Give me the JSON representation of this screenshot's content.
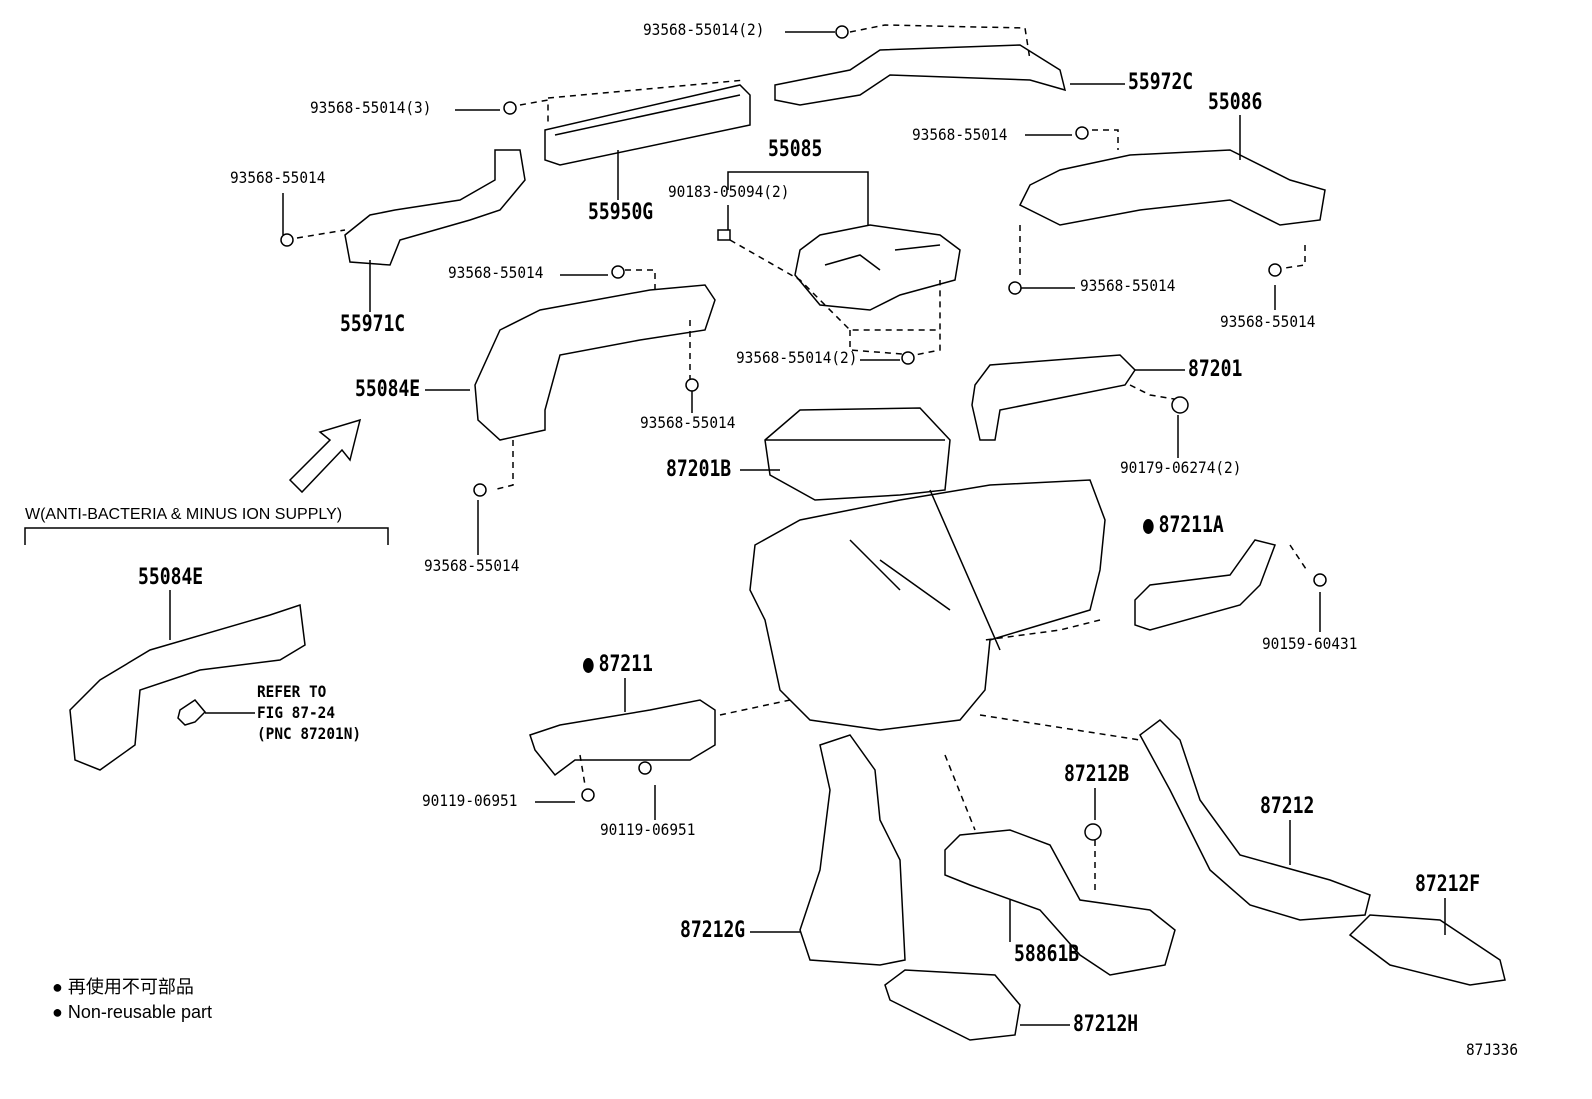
{
  "figure_id": "87J336",
  "legend": {
    "symbol": "●",
    "japanese": "再使用不可部品",
    "english": "Non-reusable part"
  },
  "variant_heading": "W(ANTI-BACTERIA & MINUS ION SUPPLY)",
  "reference_note": {
    "line1": "REFER TO",
    "line2": "FIG 87-24",
    "line3": "(PNC 87201N)"
  },
  "labels": {
    "p93568_2_top": "93568-55014(2)",
    "p55972C": "55972C",
    "p55086": "55086",
    "p93568_3": "93568-55014(3)",
    "p93568_r1": "93568-55014",
    "p55085": "55085",
    "p93568_l1": "93568-55014",
    "p90183": "90183-05094(2)",
    "p55950G": "55950G",
    "p93568_m1": "93568-55014",
    "p93568_r2": "93568-55014",
    "p93568_r3": "93568-55014",
    "p55971C": "55971C",
    "p93568_2_mid": "93568-55014(2)",
    "p87201": "87201",
    "p55084E": "55084E",
    "p93568_m2": "93568-55014",
    "p90179": "90179-06274(2)",
    "p87201B": "87201B",
    "p87211A": "87211A",
    "p93568_m3": "93568-55014",
    "p55084E_alt": "55084E",
    "p90159": "90159-60431",
    "p87211": "87211",
    "p87212B": "87212B",
    "p90119_a": "90119-06951",
    "p87212": "87212",
    "p90119_b": "90119-06951",
    "p87212F": "87212F",
    "p87212G": "87212G",
    "p58861B": "58861B",
    "p87212H": "87212H"
  }
}
